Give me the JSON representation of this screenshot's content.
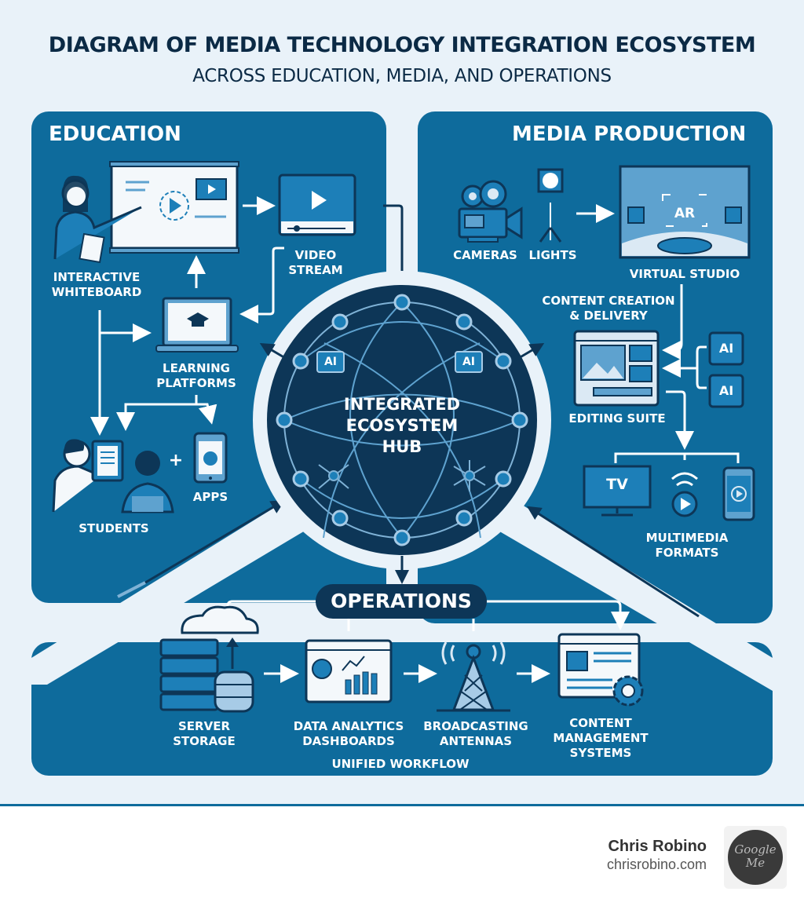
{
  "header": {
    "title": "DIAGRAM OF MEDIA TECHNOLOGY INTEGRATION ECOSYSTEM",
    "subtitle": "ACROSS EDUCATION, MEDIA, AND OPERATIONS"
  },
  "education": {
    "title": "EDUCATION",
    "nodes": {
      "whiteboard": "INTERACTIVE\nWHITEBOARD",
      "video_stream": "VIDEO\nSTREAM",
      "learning_platforms": "LEARNING\nPLATFORMS",
      "students": "STUDENTS",
      "apps": "APPS",
      "plus": "+"
    }
  },
  "media": {
    "title": "MEDIA PRODUCTION",
    "nodes": {
      "cameras": "CAMERAS",
      "lights": "LIGHTS",
      "virtual_studio": "VIRTUAL STUDIO",
      "ar_label": "AR",
      "content_creation": "CONTENT CREATION\n& DELIVERY",
      "editing_suite": "EDITING SUITE",
      "ai_chip": "AI",
      "tv": "TV",
      "multimedia_formats": "MULTIMEDIA\nFORMATS"
    }
  },
  "hub": {
    "label": "INTEGRATED\nECOSYSTEM\nHUB",
    "ai_chip": "AI"
  },
  "operations": {
    "title": "OPERATIONS",
    "nodes": {
      "server_storage": "SERVER\nSTORAGE",
      "analytics": "DATA ANALYTICS\nDASHBOARDS",
      "antennas": "BROADCASTING\nANTENNAS",
      "cms": "CONTENT\nMANAGEMENT\nSYSTEMS"
    },
    "workflow": "UNIFIED WORKFLOW"
  },
  "footer": {
    "author": "Chris Robino",
    "site": "chrisrobino.com",
    "badge": "Google\nMe"
  },
  "colors": {
    "panel": "#0e6b9c",
    "dark": "#0d3657",
    "background": "#e9f2f9",
    "light": "#dbe9f4"
  }
}
